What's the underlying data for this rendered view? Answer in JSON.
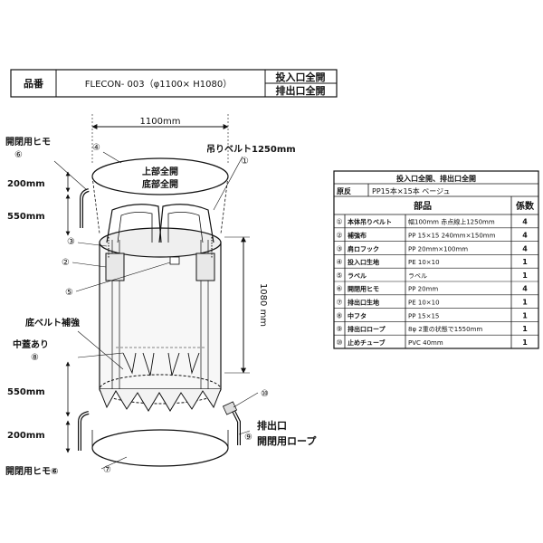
{
  "header": {
    "label": "品番",
    "model": "FLECON- 003（φ1100× H1080）",
    "opening_top": "投入口全開",
    "opening_bottom": "排出口全開"
  },
  "drawing": {
    "width_dim": "1100mm",
    "height_dim": "1080 mm",
    "top_label_1": "上部全開",
    "top_label_2": "底部全開",
    "sling_belt": "吊りベルト1250mm",
    "top_tie": "開閉用ヒモ",
    "top_tie_number": "⑥",
    "bottom_tie": "開閉用ヒモ⑥",
    "dim_200_top": "200mm",
    "dim_550_top": "550mm",
    "dim_550_bottom": "550mm",
    "dim_200_bottom": "200mm",
    "bottom_belt_reinforcement": "底ベルト補強",
    "inner_lid": "中蓋あり",
    "discharge_port": "排出口",
    "discharge_rope": "開閉用ロープ",
    "callouts": {
      "n1": "①",
      "n2": "②",
      "n3": "③",
      "n4": "④",
      "n5": "⑤",
      "n6": "⑥",
      "n7": "⑦",
      "n8": "⑧",
      "n9": "⑨",
      "n10": "⑩"
    }
  },
  "spec": {
    "title": "投入口全開、排出口全開",
    "fabric_label": "原反",
    "fabric_value": "PP15本×15本 ベージュ",
    "col_parts": "部品",
    "col_count": "係数",
    "rows": [
      {
        "num": "①",
        "name": "本体吊りベルト",
        "spec": "幅100mm 赤点線上1250mm",
        "count": "4"
      },
      {
        "num": "②",
        "name": "補強布",
        "spec": "PP 15×15 240mm×150mm",
        "count": "4"
      },
      {
        "num": "③",
        "name": "肩ロフック",
        "spec": "PP 20mm×100mm",
        "count": "4"
      },
      {
        "num": "④",
        "name": "投入口生地",
        "spec": "PE 10×10",
        "count": "1"
      },
      {
        "num": "⑤",
        "name": "ラベル",
        "spec": "ラベル",
        "count": "1"
      },
      {
        "num": "⑥",
        "name": "開閉用ヒモ",
        "spec": "PP 20mm",
        "count": "4"
      },
      {
        "num": "⑦",
        "name": "排出口生地",
        "spec": "PE 10×10",
        "count": "1"
      },
      {
        "num": "⑧",
        "name": "中フタ",
        "spec": "PP 15×15",
        "count": "1"
      },
      {
        "num": "⑨",
        "name": "排出口ロープ",
        "spec": "8φ 2重の状態で1550mm",
        "count": "1"
      },
      {
        "num": "⑩",
        "name": "止めチューブ",
        "spec": "PVC 40mm",
        "count": "1"
      }
    ]
  }
}
